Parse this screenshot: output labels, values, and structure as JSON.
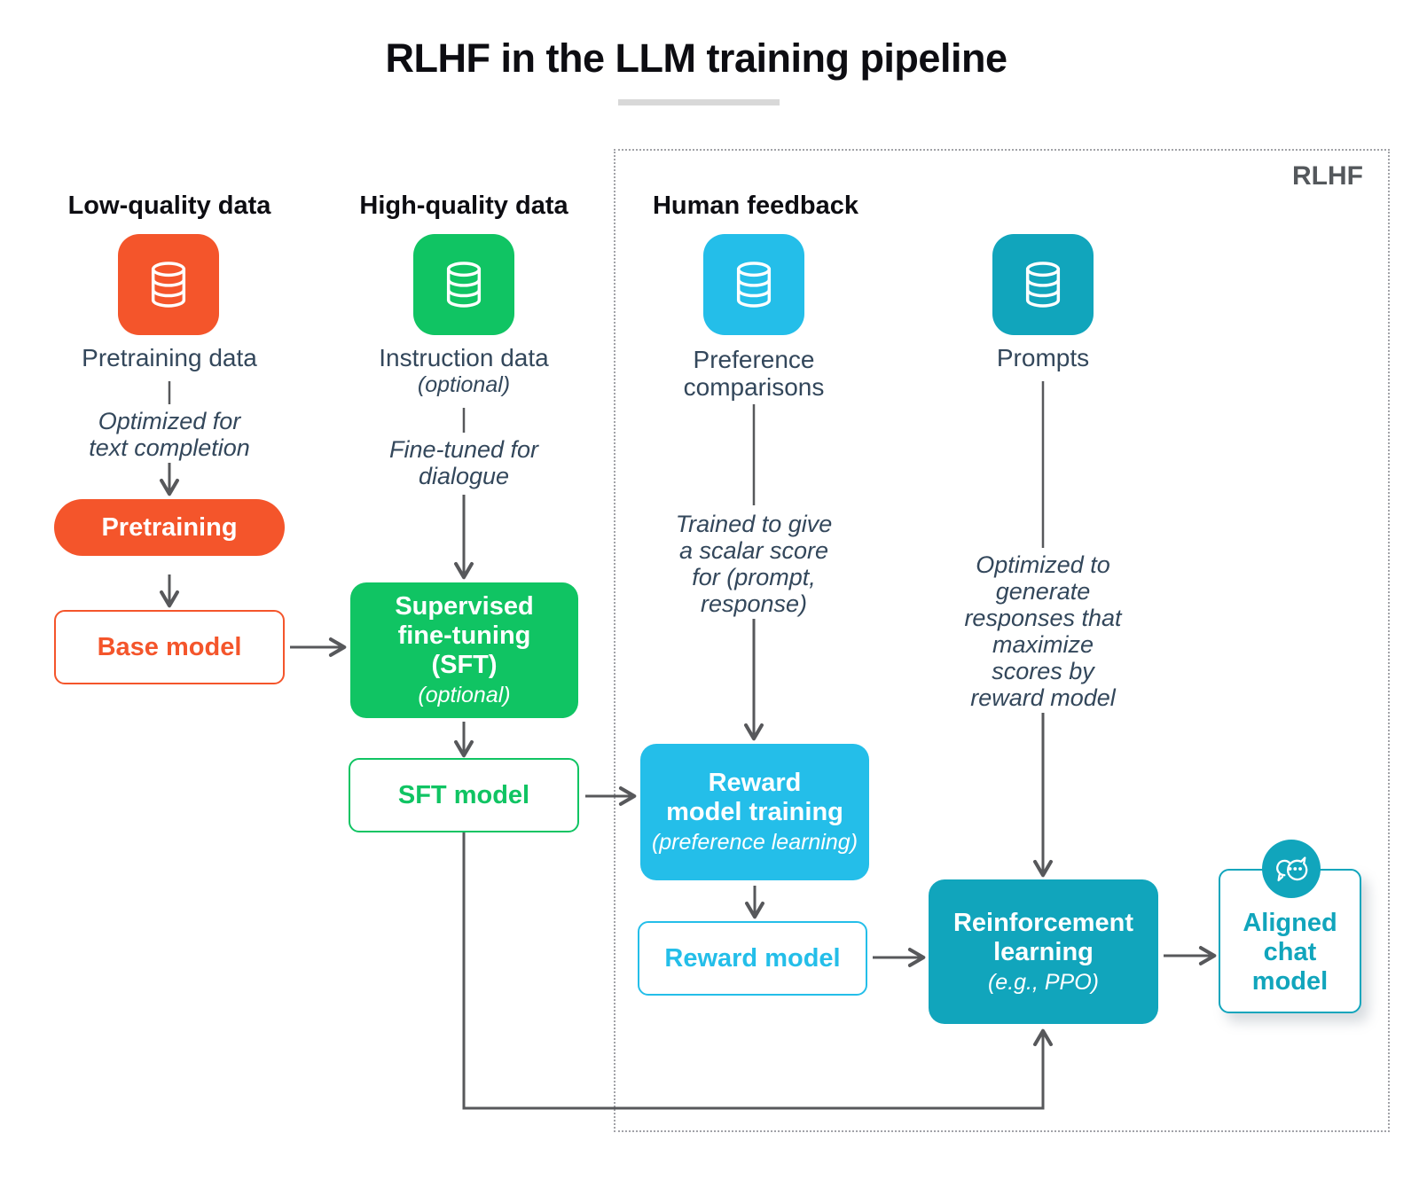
{
  "title": "RLHF in the LLM training pipeline",
  "rlhf_label": "RLHF",
  "columns": [
    {
      "heading": "Low-quality data",
      "icon": "database-icon",
      "label": "Pretraining data",
      "sublabel": "",
      "annotation": "Optimized for\ntext completion"
    },
    {
      "heading": "High-quality data",
      "icon": "database-icon",
      "label": "Instruction data",
      "sublabel": "(optional)",
      "annotation": "Fine-tuned for\ndialogue"
    },
    {
      "heading": "Human feedback",
      "icon": "database-icon",
      "label": "Preference\ncomparisons",
      "sublabel": "",
      "annotation": "Trained to give\na scalar score\nfor (prompt,\nresponse)"
    },
    {
      "heading": "",
      "icon": "database-icon",
      "label": "Prompts",
      "sublabel": "",
      "annotation": "Optimized to\ngenerate\nresponses that\nmaximize\nscores by\nreward model"
    }
  ],
  "nodes": {
    "pretraining": {
      "label": "Pretraining"
    },
    "base_model": {
      "label": "Base model"
    },
    "sft": {
      "label": "Supervised\nfine-tuning\n(SFT)",
      "sublabel": "(optional)"
    },
    "sft_model": {
      "label": "SFT model"
    },
    "reward_model_training": {
      "label": "Reward\nmodel training",
      "sublabel": "(preference learning)"
    },
    "reward_model": {
      "label": "Reward model"
    },
    "reinforcement_learning": {
      "label": "Reinforcement\nlearning",
      "sublabel": "(e.g., PPO)"
    },
    "aligned_chat_model": {
      "label": "Aligned\nchat\nmodel",
      "icon": "chat-bubbles-icon"
    }
  },
  "colors": {
    "orange": "#F4552B",
    "green": "#10C463",
    "cyan": "#24BEE9",
    "teal": "#11A5BC",
    "slate": "#33475B",
    "ink": "#0D0D12",
    "arrow": "#57585B",
    "underline": "#D8D8D8",
    "dots": "#A2A3A8",
    "rlhf": "#54585C"
  }
}
